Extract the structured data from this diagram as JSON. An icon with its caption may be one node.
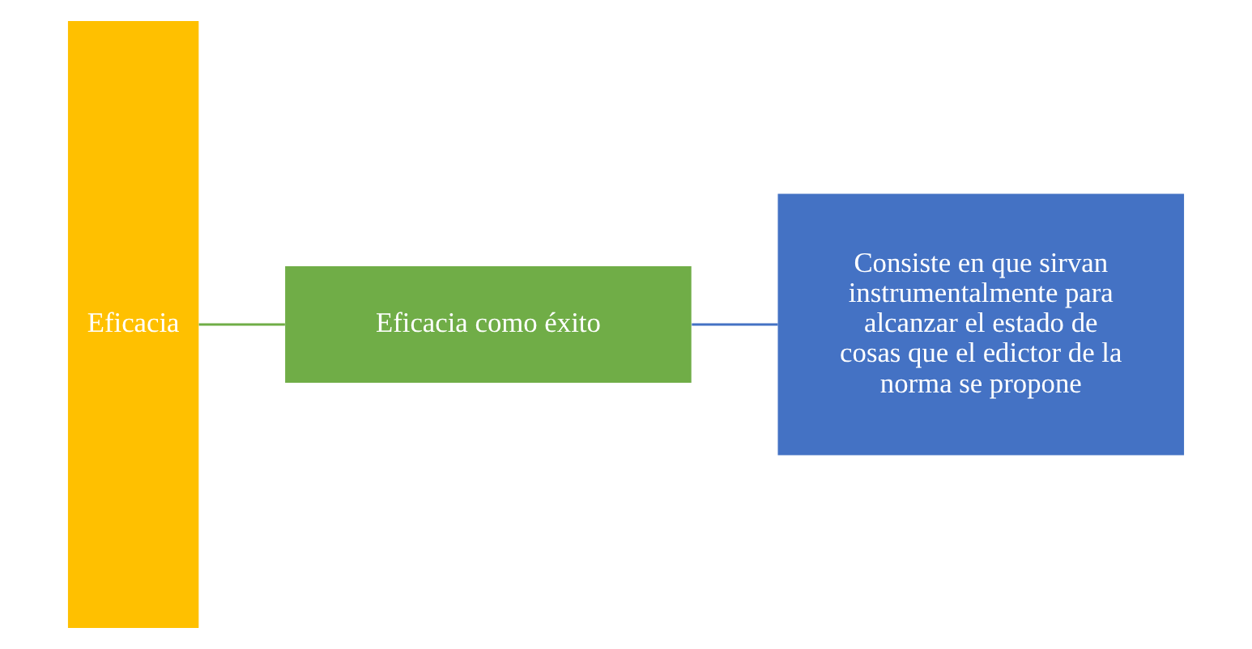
{
  "diagram": {
    "nodes": [
      {
        "text": [
          "Eficacia"
        ]
      },
      {
        "text": [
          "Eficacia como éxito"
        ]
      },
      {
        "text": [
          "Consiste en que sirvan instrumentalmente para alcanzar el estado de cosas que el edictor de la norma se propone"
        ]
      }
    ],
    "edges": [
      {
        "from": 0,
        "to": 1,
        "arrow": "none",
        "color": "#70ad47"
      },
      {
        "from": 1,
        "to": 2,
        "arrow": "none",
        "color": "#4472c4"
      }
    ]
  }
}
